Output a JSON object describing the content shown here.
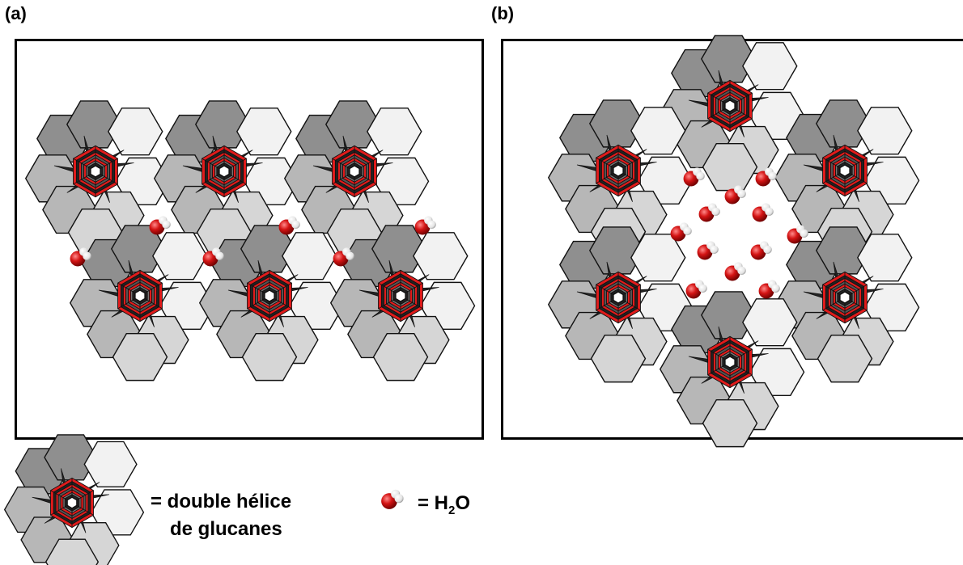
{
  "panels": [
    {
      "label": "(a)"
    },
    {
      "label": "(b)"
    }
  ],
  "legend": {
    "helix_line1": "= double hélice",
    "helix_line2": "de glucanes",
    "water_prefix": "= H",
    "water_sub": "2",
    "water_suffix": "O"
  },
  "colors": {
    "red": "#e01b1b",
    "hex_dark": "#8f8f8f",
    "hex_mid": "#b7b7b7",
    "hex_light": "#d6d6d6",
    "hex_pale": "#f2f2f2"
  }
}
